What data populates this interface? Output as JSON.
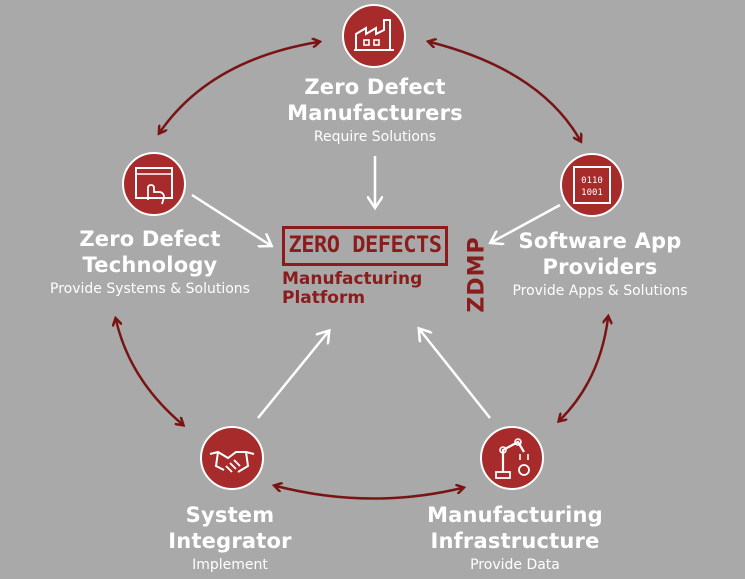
{
  "nodes": {
    "manufacturers": {
      "title_line1": "Zero Defect",
      "title_line2": "Manufacturers",
      "subtitle": "Require Solutions",
      "icon": "factory-icon"
    },
    "technology": {
      "title_line1": "Zero Defect",
      "title_line2": "Technology",
      "subtitle": "Provide Systems & Solutions",
      "icon": "touch-screen-icon"
    },
    "software": {
      "title_line1": "Software App",
      "title_line2": "Providers",
      "subtitle": "Provide Apps & Solutions",
      "icon": "binary-code-icon"
    },
    "integrator": {
      "title_line1": "System",
      "title_line2": "Integrator",
      "subtitle": "Implement",
      "icon": "handshake-icon"
    },
    "infrastructure": {
      "title_line1": "Manufacturing",
      "title_line2": "Infrastructure",
      "subtitle": "Provide Data",
      "icon": "robot-arm-icon"
    }
  },
  "logo": {
    "stamp_text": "ZERO DEFECTS",
    "line1": "Manufacturing",
    "line2": "Platform",
    "vertical_text": "ZDMP"
  },
  "colors": {
    "background": "#a9a9a9",
    "accent": "#a72b2b",
    "dark_red": "#8b1c1c",
    "arrow_white": "#ffffff"
  }
}
